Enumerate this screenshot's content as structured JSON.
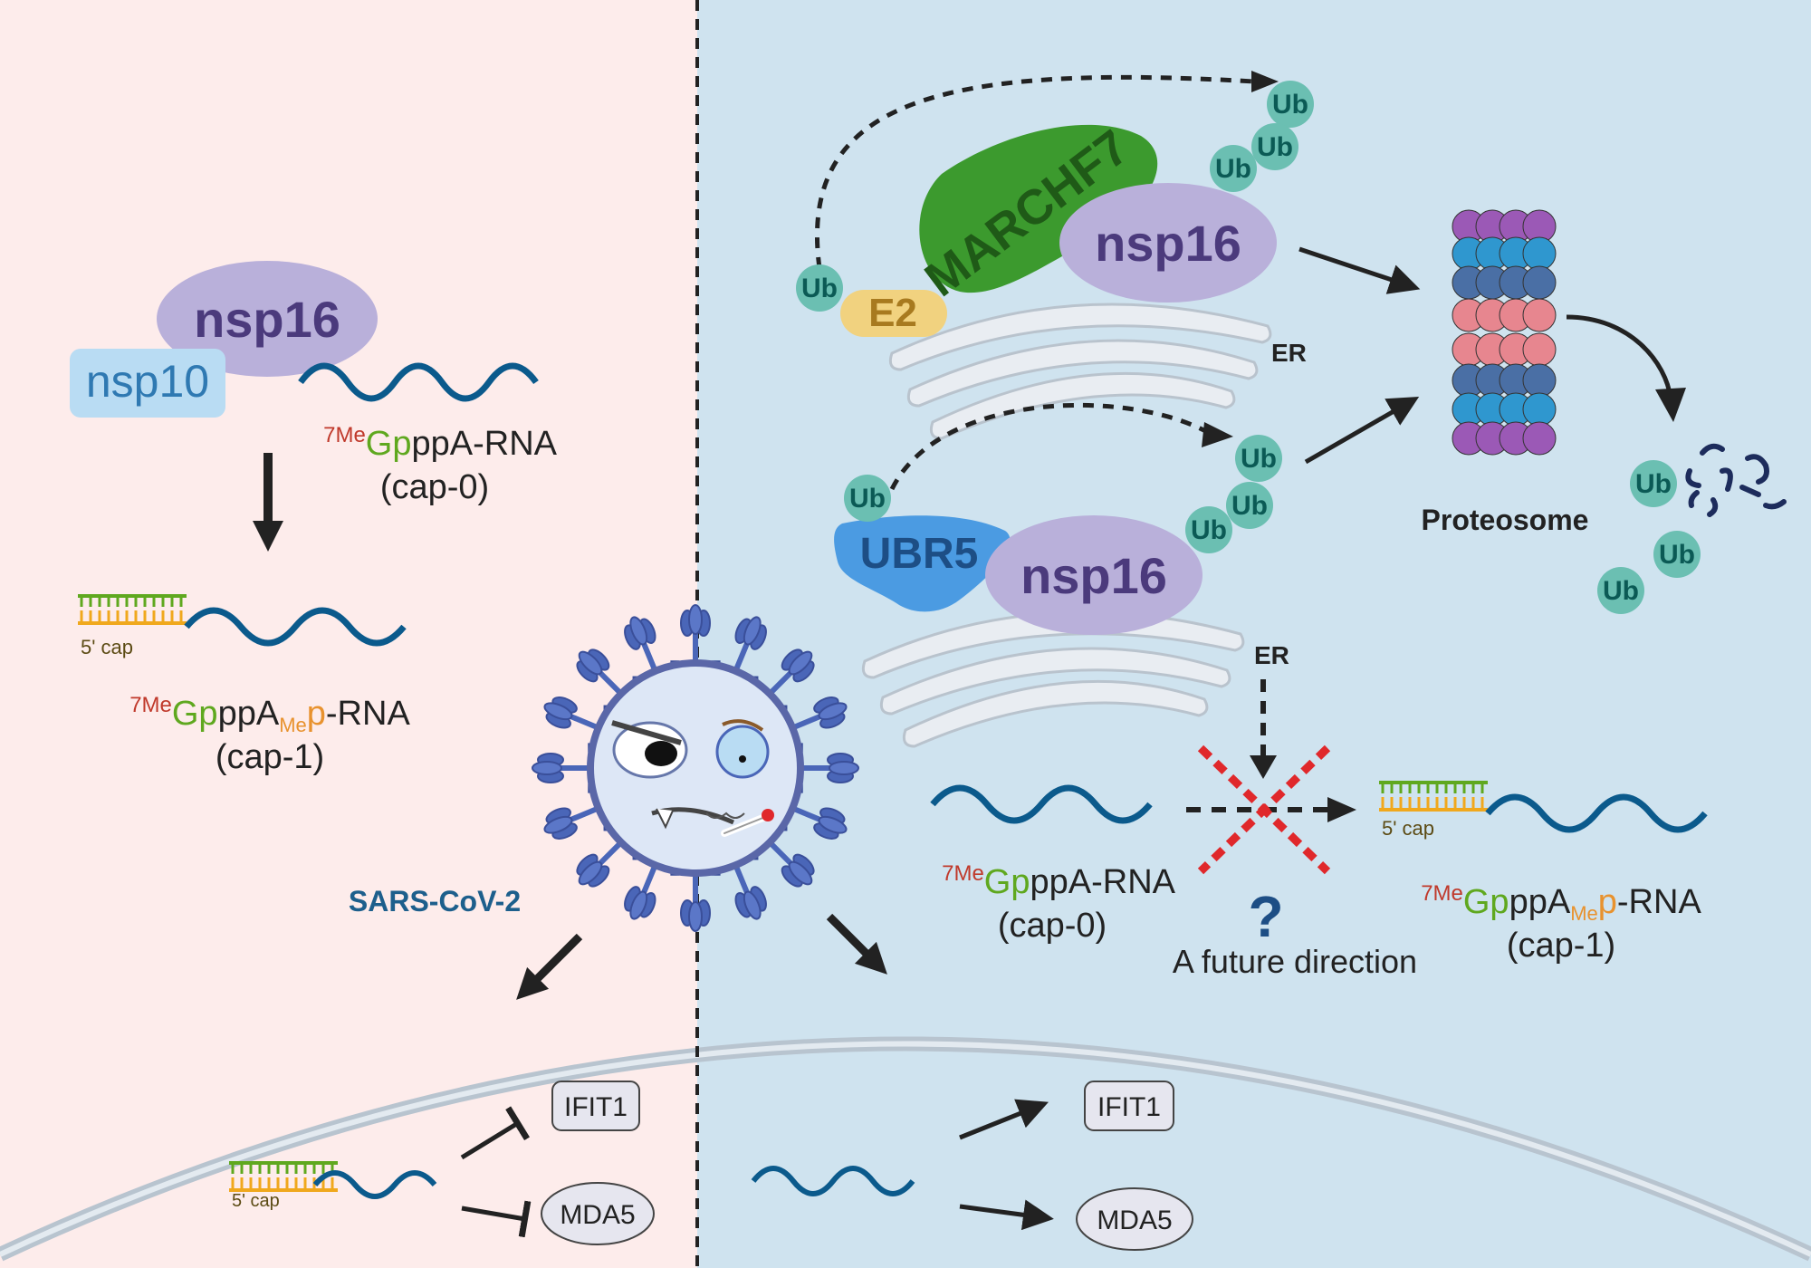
{
  "colors": {
    "left_panel": "#fdeceb",
    "right_panel": "#cfe3ef",
    "nsp16": "#b9b0da",
    "nsp16_text": "#4b3a7c",
    "nsp10": "#b9dcf3",
    "nsp10_text": "#2f79b2",
    "marchf7": "#3c9a2e",
    "marchf7_text": "#1f5a17",
    "e2": "#f1d27f",
    "e2_text": "#a87a1f",
    "ubr5": "#4b9be2",
    "ubr5_text": "#1d4e85",
    "ub": "#6bbfb2",
    "ub_text": "#0b5a55",
    "rna": "#0b5a8c",
    "cap_top": "#5fa81f",
    "cap_bottom": "#f0a81d",
    "me_red": "#c0392b",
    "gp_green": "#5fa81f",
    "ame_orange": "#e8922e",
    "virus_body": "#dde7f6",
    "virus_spike": "#4a66b8",
    "cross_red": "#e0282b"
  },
  "left": {
    "nsp16": "nsp16",
    "nsp10": "nsp10",
    "cap0": {
      "me": "7Me",
      "gp": "Gp",
      "rest": "ppA-RNA",
      "label": "(cap-0)"
    },
    "cap1": {
      "me": "7Me",
      "gp": "Gp",
      "ppa": "ppA",
      "sub": "Me",
      "p": "p",
      "rest": "-RNA",
      "label": "(cap-1)"
    },
    "cap_label": "5' cap",
    "cell_cap_label": "5' cap",
    "ifit1": "IFIT1",
    "mda5": "MDA5"
  },
  "virus": {
    "label": "SARS-CoV-2"
  },
  "right": {
    "marchf7": "MARCHF7",
    "nsp16_top": "nsp16",
    "e2": "E2",
    "ub": "Ub",
    "er_top": "ER",
    "ubr5": "UBR5",
    "nsp16_bottom": "nsp16",
    "er_bottom": "ER",
    "proteosome": "Proteosome",
    "cap0": {
      "me": "7Me",
      "gp": "Gp",
      "rest": "ppA-RNA",
      "label": "(cap-0)"
    },
    "cap1": {
      "me": "7Me",
      "gp": "Gp",
      "ppa": "ppA",
      "sub": "Me",
      "p": "p",
      "rest": "-RNA",
      "label": "(cap-1)"
    },
    "cap_label": "5' cap",
    "question": "?",
    "future": "A future direction",
    "ifit1": "IFIT1",
    "mda5": "MDA5"
  }
}
